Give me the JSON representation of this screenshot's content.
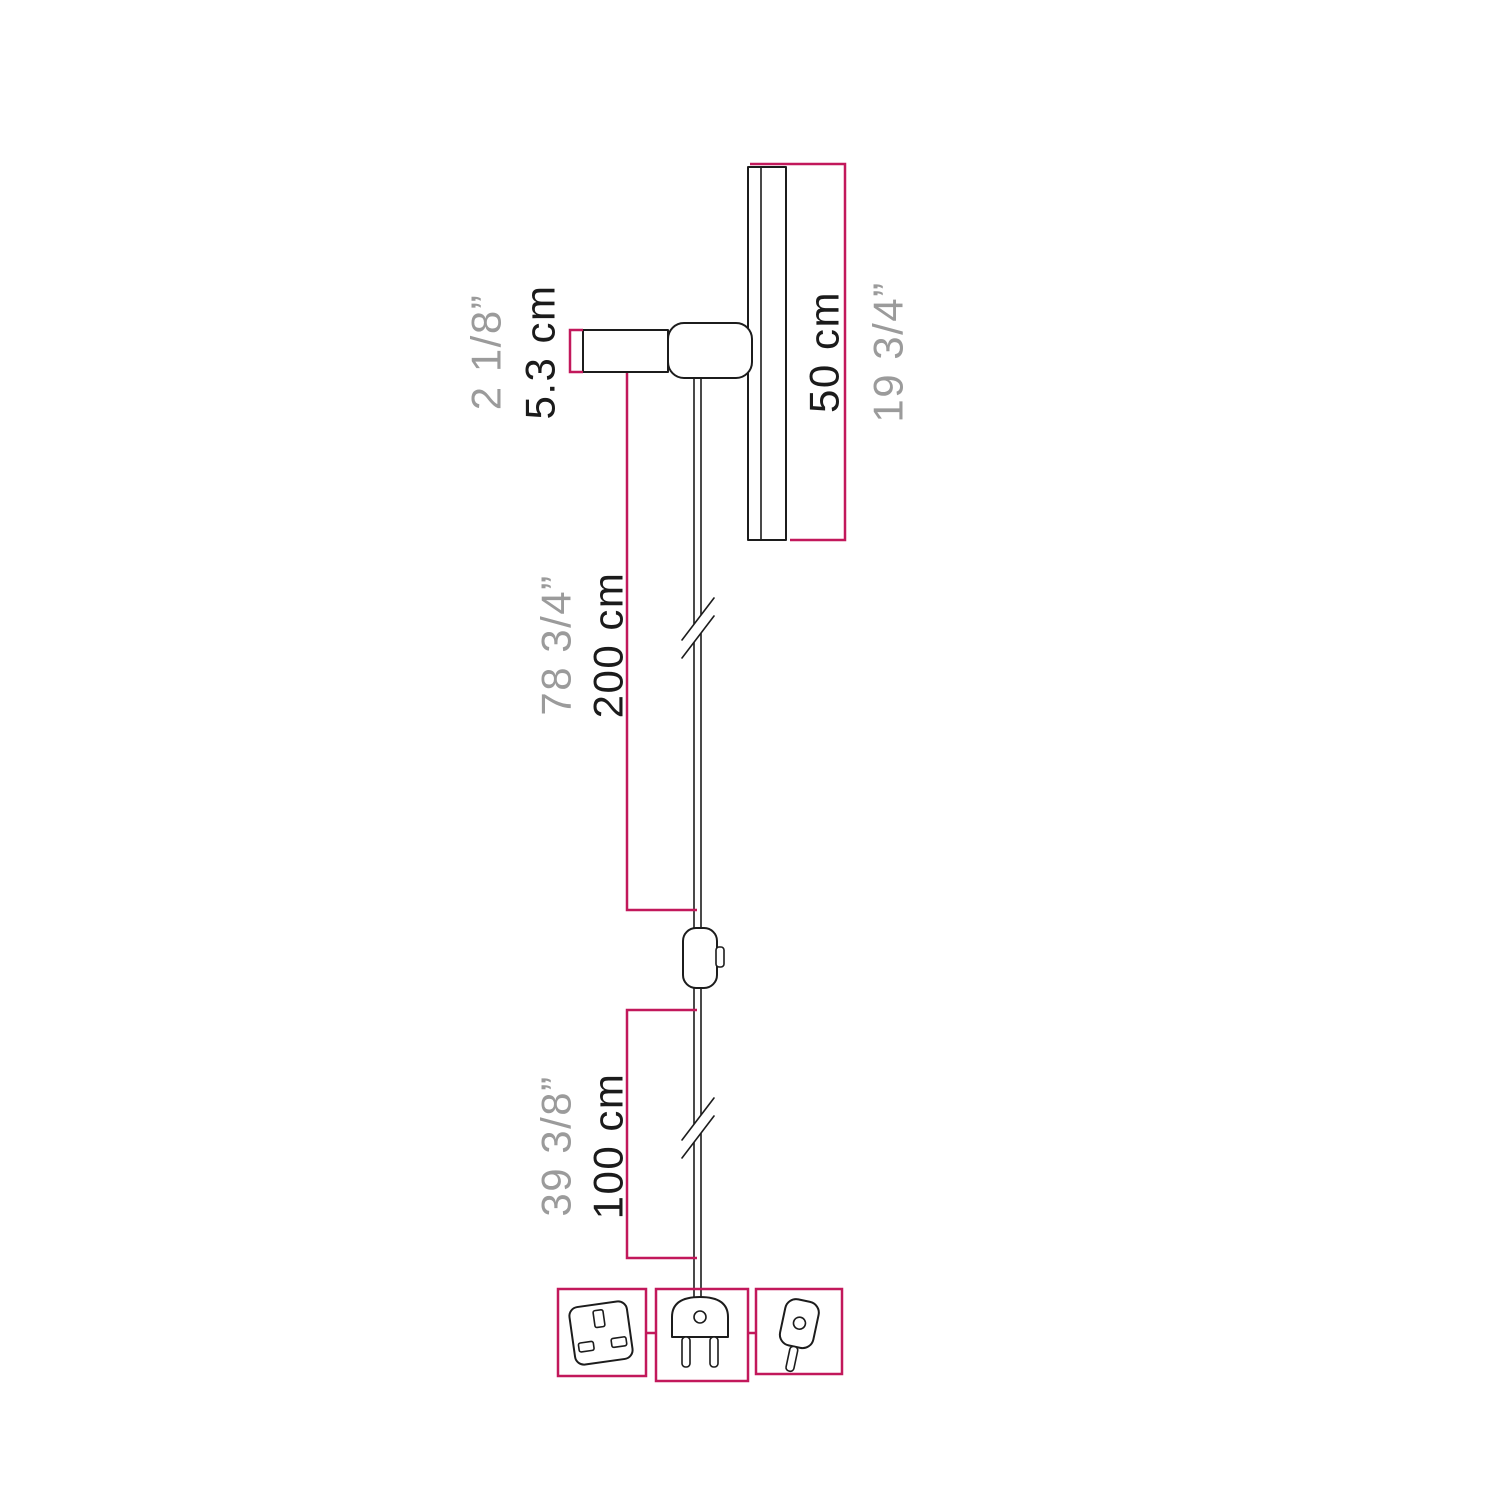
{
  "diagram": {
    "dimensions": {
      "holder": {
        "metric": "5.3 cm",
        "imperial": "2 1/8”"
      },
      "tube": {
        "metric": "50 cm",
        "imperial": "19 3/4”"
      },
      "cable_to_switch": {
        "metric": "200 cm",
        "imperial": "78 3/4”"
      },
      "switch_to_plug": {
        "metric": "100 cm",
        "imperial": "39 3/8”"
      }
    },
    "plug_icons": [
      "uk-plug-icon",
      "euro-two-pin-plug-icon",
      "schuko-plug-icon"
    ]
  },
  "colors": {
    "accent": "#c2185b",
    "metric_text": "#1b1b1b",
    "imperial_text": "#9b9b9b",
    "line": "#1c1c1c",
    "background": "#ffffff"
  }
}
